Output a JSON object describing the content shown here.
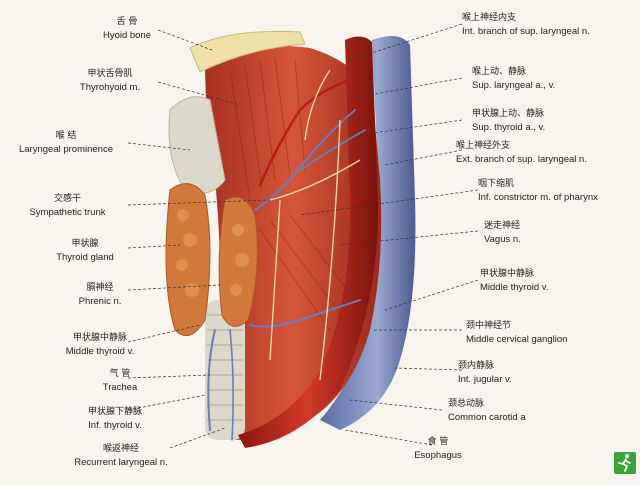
{
  "labels_left": [
    {
      "zh": "舌 骨",
      "en": "Hyoid bone"
    },
    {
      "zh": "甲状舌骨肌",
      "en": "Thyrohyoid m."
    },
    {
      "zh": "喉 结",
      "en": "Laryngeal prominence"
    },
    {
      "zh": "交感干",
      "en": "Sympathetic trunk"
    },
    {
      "zh": "甲状腺",
      "en": "Thyroid gland"
    },
    {
      "zh": "膈神经",
      "en": "Phrenic n."
    },
    {
      "zh": "甲状腺中静脉",
      "en": "Middle thyroid v."
    },
    {
      "zh": "气 管",
      "en": "Trachea"
    },
    {
      "zh": "甲状腺下静脉",
      "en": "Inf. thyroid v."
    },
    {
      "zh": "喉返神经",
      "en": "Recurrent laryngeal n."
    }
  ],
  "labels_right": [
    {
      "zh": "喉上神经内支",
      "en": "Int. branch of sup. laryngeal n."
    },
    {
      "zh": "喉上动、静脉",
      "en": "Sup. laryngeal a., v."
    },
    {
      "zh": "甲状腺上动、静脉",
      "en": "Sup. thyroid a., v."
    },
    {
      "zh": "喉上神经外支",
      "en": "Ext. branch of sup. laryngeal n."
    },
    {
      "zh": "咽下缩肌",
      "en": "Inf. constrictor m. of pharynx"
    },
    {
      "zh": "迷走神经",
      "en": "Vagus n."
    },
    {
      "zh": "甲状腺中静脉",
      "en": "Middle thyroid v."
    },
    {
      "zh": "颈中神经节",
      "en": "Middle cervical ganglion"
    },
    {
      "zh": "颈内静脉",
      "en": "Int. jugular v."
    },
    {
      "zh": "颈总动脉",
      "en": "Common carotid a"
    },
    {
      "zh": "食 管",
      "en": "Esophagus"
    }
  ],
  "colors": {
    "muscle": "#c8402e",
    "artery": "#b81c14",
    "vein": "#6a7db8",
    "thyroid": "#d27a3c",
    "bone": "#efe0a8",
    "cartilage": "#dbd8cc",
    "background": "#f8f5ee"
  },
  "logo_icon": "runner-icon"
}
